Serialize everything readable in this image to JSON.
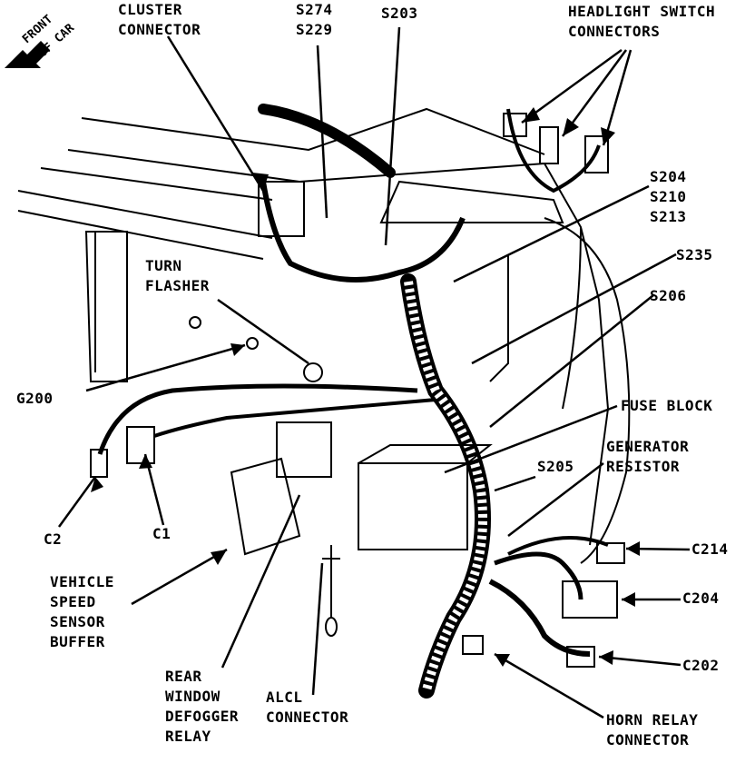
{
  "diagram": {
    "orientation_label": [
      "FRONT",
      "OF CAR"
    ],
    "callouts": {
      "cluster_connector": [
        "CLUSTER",
        "CONNECTOR"
      ],
      "s274_s229": [
        "S274",
        "S229"
      ],
      "s203": "S203",
      "headlight_switch": [
        "HEADLIGHT SWITCH",
        "CONNECTORS"
      ],
      "s204_group": [
        "S204",
        "S210",
        "S213"
      ],
      "s235": "S235",
      "s206": "S206",
      "turn_flasher": [
        "TURN",
        "FLASHER"
      ],
      "g200": "G200",
      "fuse_block": "FUSE BLOCK",
      "generator_resistor": [
        "GENERATOR",
        "RESISTOR"
      ],
      "s205": "S205",
      "c2": "C2",
      "c1": "C1",
      "c214": "C214",
      "c204": "C204",
      "c202": "C202",
      "vehicle_speed_sensor_buffer": [
        "VEHICLE",
        "SPEED",
        "SENSOR",
        "BUFFER"
      ],
      "rear_window_defogger_relay": [
        "REAR",
        "WINDOW",
        "DEFOGGER",
        "RELAY"
      ],
      "alcl_connector": [
        "ALCL",
        "CONNECTOR"
      ],
      "horn_relay_connector": [
        "HORN RELAY",
        "CONNECTOR"
      ]
    }
  }
}
